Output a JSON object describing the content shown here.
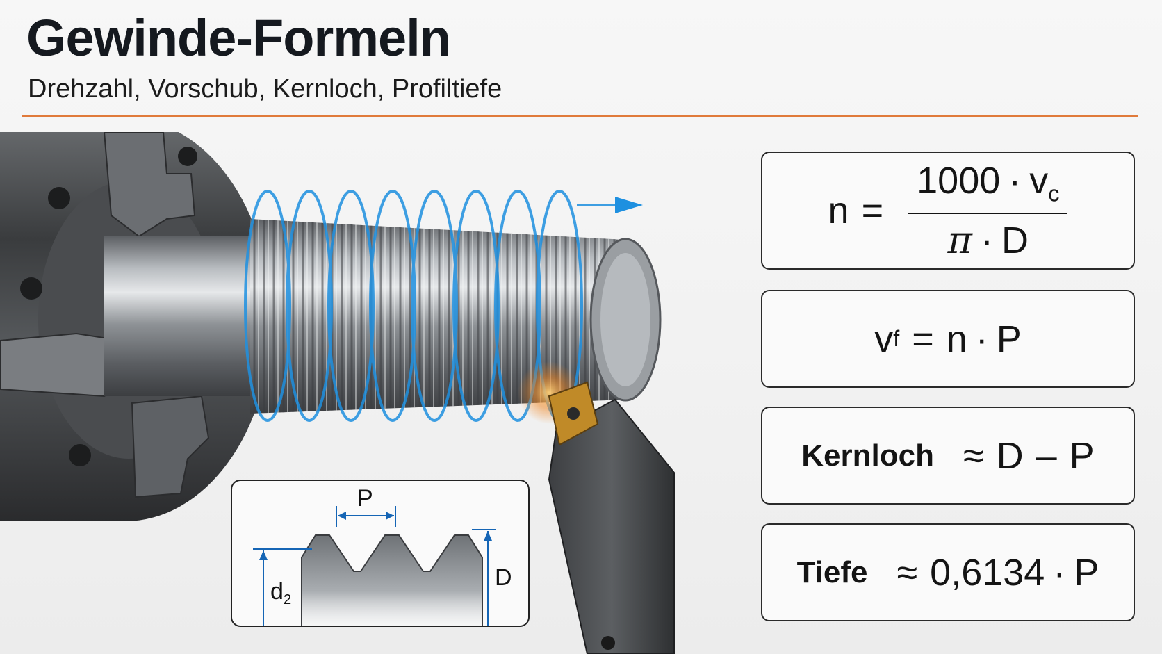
{
  "header": {
    "title": "Gewinde-Formeln",
    "subtitle": "Drehzahl, Vorschub, Kernloch, Profiltiefe"
  },
  "formulas": {
    "rpm": {
      "lhs": "n",
      "eq": "=",
      "numerator_const": "1000",
      "dot": "·",
      "numerator_var": "v",
      "numerator_sub": "c",
      "den_pi": "π",
      "den_var": "D"
    },
    "feed": {
      "lhs": "v",
      "lhs_sub": "f",
      "eq": "=",
      "a": "n",
      "dot": "·",
      "b": "P"
    },
    "core_hole": {
      "word": "Kernloch",
      "approx": "≈",
      "a": "D",
      "minus": "–",
      "b": "P"
    },
    "depth": {
      "word": "Tiefe",
      "approx": "≈",
      "factor": "0,6134",
      "dot": "·",
      "b": "P"
    }
  },
  "inset": {
    "pitch_label": "P",
    "major_label": "D",
    "pitch_dia_label": "d",
    "pitch_dia_sub": "2"
  },
  "colors": {
    "accent_rule": "#e07a3a",
    "helix": "#1e90e0",
    "dimension": "#1565b5",
    "insert": "#c08a28"
  }
}
